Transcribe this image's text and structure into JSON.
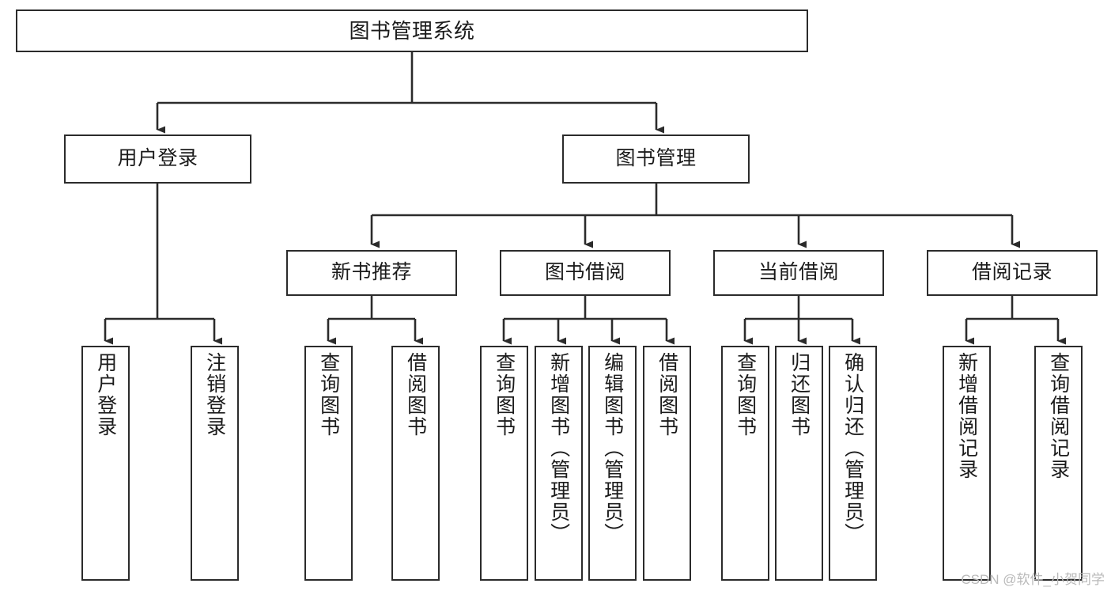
{
  "diagram": {
    "title": "图书管理系统",
    "type": "tree-hierarchy-chart",
    "watermark": "CSDN @软件_小贺同学",
    "colors": {
      "border": "#2b2b2b",
      "background": "#ffffff",
      "text": "#1b1b1b",
      "edge": "#2b2b2b",
      "watermark": "#b9b9b9"
    }
  },
  "nodes": {
    "root": {
      "label": "图书管理系统"
    },
    "level2": [
      {
        "label": "用户登录"
      },
      {
        "label": "图书管理"
      }
    ],
    "level3": [
      {
        "label": "新书推荐"
      },
      {
        "label": "图书借阅"
      },
      {
        "label": "当前借阅"
      },
      {
        "label": "借阅记录"
      }
    ],
    "leaves": {
      "user_login": [
        {
          "label": "用户登录"
        },
        {
          "label": "注销登录"
        }
      ],
      "new_book_recommend": [
        {
          "label": "查询图书"
        },
        {
          "label": "借阅图书"
        }
      ],
      "book_borrow": [
        {
          "label": "查询图书"
        },
        {
          "label": "新增图书（管理员）"
        },
        {
          "label": "编辑图书（管理员）"
        },
        {
          "label": "借阅图书"
        }
      ],
      "current_borrow": [
        {
          "label": "查询图书"
        },
        {
          "label": "归还图书"
        },
        {
          "label": "确认归还（管理员）"
        }
      ],
      "borrow_record": [
        {
          "label": "新增借阅记录"
        },
        {
          "label": "查询借阅记录"
        }
      ]
    }
  }
}
